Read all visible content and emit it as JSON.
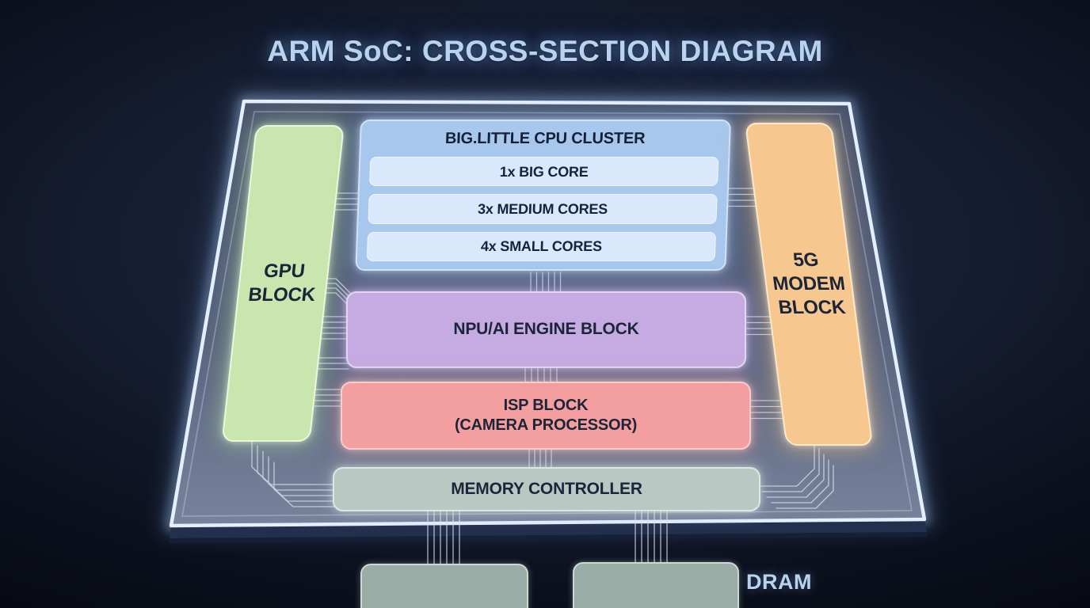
{
  "title": "ARM SoC: CROSS-SECTION DIAGRAM",
  "chip": {
    "cpu_cluster": {
      "label": "BIG.LITTLE CPU CLUSTER",
      "cores": [
        {
          "label": "1x BIG CORE"
        },
        {
          "label": "3x MEDIUM CORES"
        },
        {
          "label": "4x SMALL CORES"
        }
      ]
    },
    "gpu": {
      "label": "GPU BLOCK"
    },
    "modem": {
      "label": "5G MODEM BLOCK"
    },
    "npu": {
      "label": "NPU/AI ENGINE BLOCK"
    },
    "isp": {
      "line1": "ISP BLOCK",
      "line2": "(CAMERA PROCESSOR)"
    },
    "memory_controller": {
      "label": "MEMORY CONTROLLER"
    }
  },
  "external": {
    "dram_label": "DRAM"
  },
  "colors": {
    "title": "#b9d3ee",
    "chip_border": "#e3efff",
    "chip_fill_top": "#49546e",
    "chip_fill_bottom": "#77829b",
    "trace": "#d9e2f1",
    "gpu": "#c8e6ad",
    "cpu": "#a7c7ec",
    "cpu_core": "#d9e8fa",
    "npu": "#c5abe2",
    "isp": "#f49f9f",
    "mem": "#b9c8c3",
    "modem": "#f6c88f",
    "dram": "#9aaca6"
  }
}
